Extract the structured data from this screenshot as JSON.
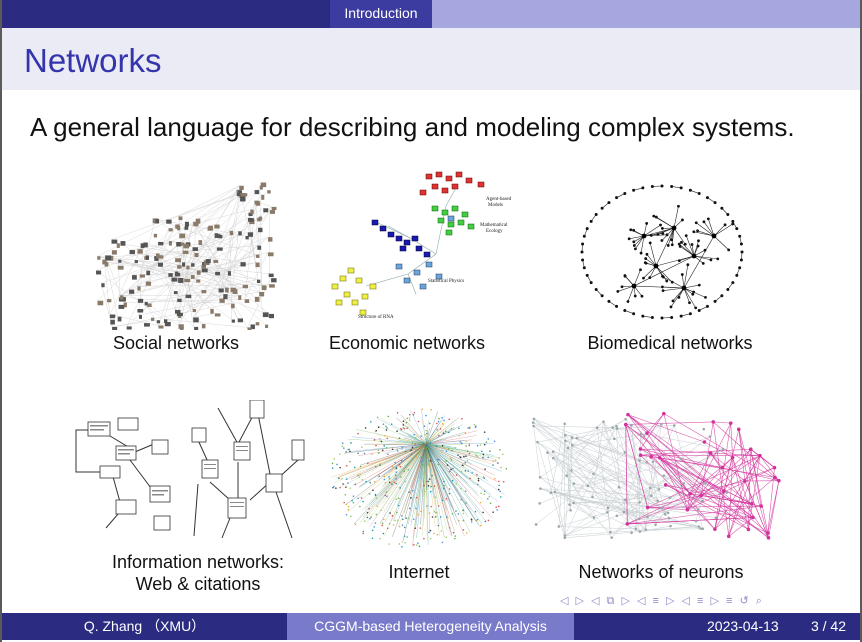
{
  "header": {
    "section": "Introduction"
  },
  "slide": {
    "title": "Networks",
    "subtitle": "A general language for describing and modeling complex systems."
  },
  "panels": [
    {
      "caption": "Social networks"
    },
    {
      "caption": "Economic networks",
      "labels": {
        "agent": "Agent-based\nModels",
        "ecology": "Mathematical\nEcology",
        "physics": "Statistical Physics",
        "rna": "Structure of RNA"
      }
    },
    {
      "caption": "Biomedical networks"
    },
    {
      "caption_line1": "Information networks:",
      "caption_line2": "Web & citations"
    },
    {
      "caption": "Internet"
    },
    {
      "caption": "Networks of neurons"
    }
  ],
  "navigation": {
    "symbols": "◁ ▷ ◁ ⧉ ▷ ◁ ≡ ▷ ◁ ≡ ▷  ≡  ↺ ⌕"
  },
  "footer": {
    "author": "Q. Zhang （XMU）",
    "talk_title": "CGGM-based Heterogeneity Analysis",
    "date": "2023-04-13",
    "page": "3 / 42"
  },
  "colors": {
    "primary": "#2b2b82",
    "accent": "#3434ad",
    "light": "#a7a7e0",
    "mid": "#7a7acb",
    "neuron": "#d2329b"
  }
}
